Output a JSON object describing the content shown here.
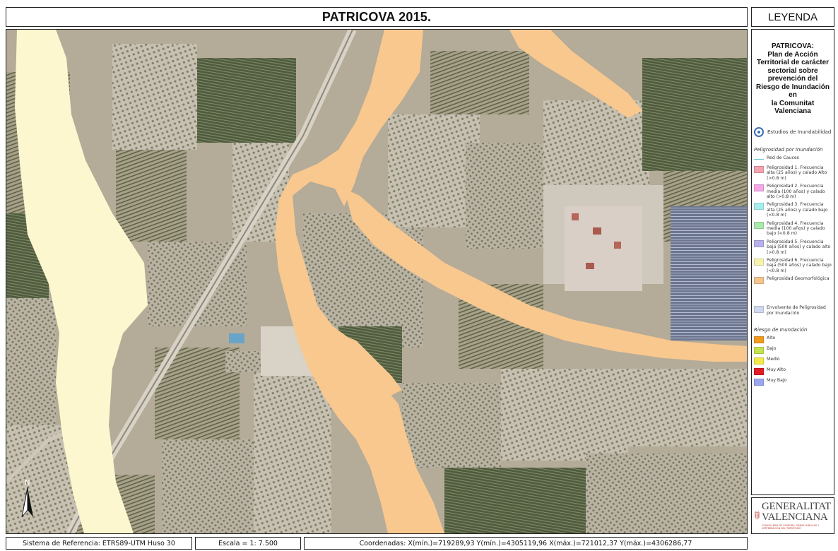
{
  "title": "PATRICOVA 2015.",
  "legend": {
    "header": "LEYENDA",
    "description": [
      "PATRICOVA:",
      "Plan de Acción",
      "Territorial de carácter",
      "sectorial sobre",
      "prevención del",
      "Riesgo de Inundación en",
      "la Comunitat Valenciana"
    ],
    "estudios_label": "Estudios de Inundabilidad",
    "peligrosidad_title": "Peligrosidad por Inundación",
    "red_cauces": "Red de Cauces",
    "peligrosidad_items": [
      {
        "label": "Peligrosidad 1. Frecuencia alta (25 años) y calado Alto (>0.8 m)",
        "color": "#f4a3b0"
      },
      {
        "label": "Peligrosidad 2. Frecuencia media (100 años) y calado alto (>0.8 m)",
        "color": "#f4a6e6"
      },
      {
        "label": "Peligrosidad 3. Frecuencia alta (25 años) y calado bajo (<0.8 m)",
        "color": "#a6eef0"
      },
      {
        "label": "Peligrosidad 4. Frecuencia media (100 años) y calado bajo (<0.8 m)",
        "color": "#a9e9a9"
      },
      {
        "label": "Peligrosidad 5. Frecuencia baja (500 años) y calado alto (>0.8 m)",
        "color": "#b7b0ea"
      },
      {
        "label": "Peligrosidad 6. Frecuencia baja (500 años) y calado bajo (<0.8 m)",
        "color": "#f6f3ad"
      },
      {
        "label": "Peligrosidad Geomorfológica",
        "color": "#f6c58e"
      }
    ],
    "envolvente": {
      "label": "Envolvente de Peligrosidad por Inundación",
      "color": "#cfd8ee"
    },
    "riesgo_title": "Riesgo de Inundación",
    "riesgo_items": [
      {
        "label": "Alto",
        "color": "#f29a1d"
      },
      {
        "label": "Bajo",
        "color": "#c3e34f"
      },
      {
        "label": "Medio",
        "color": "#f5e94a"
      },
      {
        "label": "Muy Alto",
        "color": "#e01c24"
      },
      {
        "label": "Muy Bajo",
        "color": "#9aa6f0"
      }
    ]
  },
  "logo": {
    "line1": "GENERALITAT",
    "line2": "VALENCIANA",
    "sub": "CONSELLERIA DE VIVIENDA, OBRAS PÚBLICAS Y VERTEBRACIÓN DEL TERRITORIO"
  },
  "north_label": "N",
  "footer": {
    "reference": "Sistema de Referencia: ETRS89-UTM Huso 30",
    "scale": "Escala = 1: 7.500",
    "coordinates": "Coordenadas: X(mín.)=719289,93 Y(mín.)=4305119,96 X(máx.)=721012,37 Y(máx.)=4306286,77"
  },
  "map_colors": {
    "peligrosidad_6": "#fdf7cf",
    "geomorfologica": "#f8c88f"
  }
}
